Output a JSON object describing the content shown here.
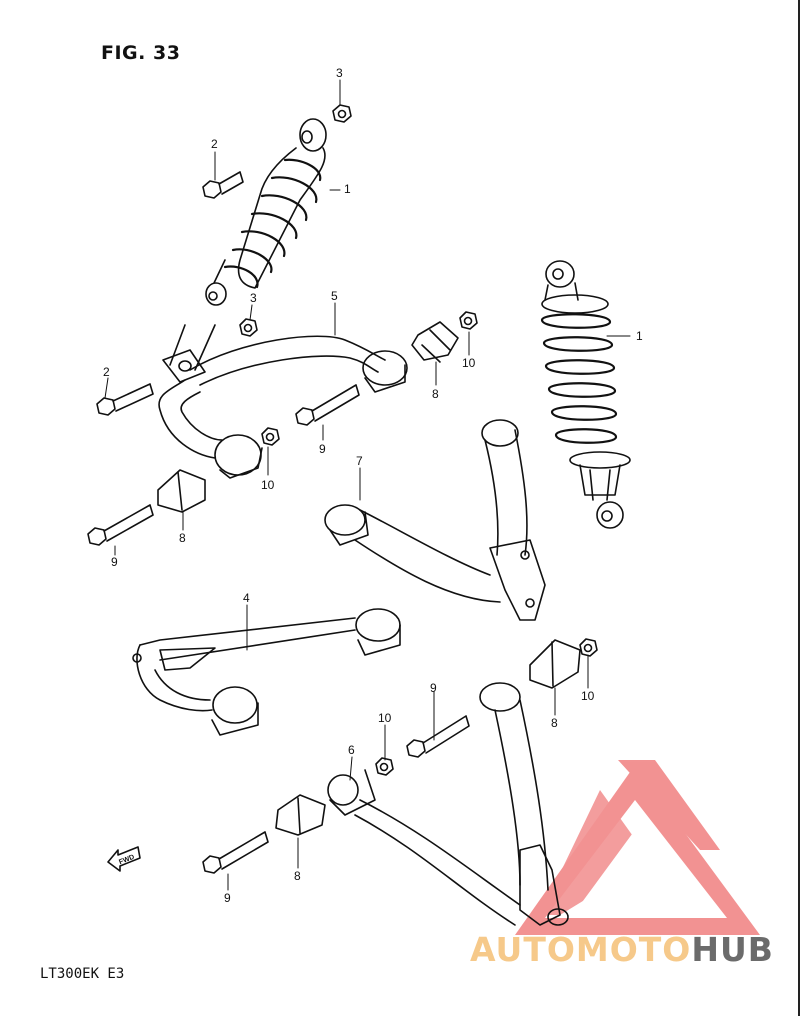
{
  "figure": {
    "title": "FIG. 33",
    "model_code": "LT300EK  E3"
  },
  "fwd_label": "FWD",
  "callouts": [
    {
      "id": "c1a",
      "text": "1"
    },
    {
      "id": "c1b",
      "text": "1"
    },
    {
      "id": "c2a",
      "text": "2"
    },
    {
      "id": "c2b",
      "text": "2"
    },
    {
      "id": "c3a",
      "text": "3"
    },
    {
      "id": "c3b",
      "text": "3"
    },
    {
      "id": "c4",
      "text": "4"
    },
    {
      "id": "c5",
      "text": "5"
    },
    {
      "id": "c6",
      "text": "6"
    },
    {
      "id": "c7",
      "text": "7"
    },
    {
      "id": "c8a",
      "text": "8"
    },
    {
      "id": "c8b",
      "text": "8"
    },
    {
      "id": "c8c",
      "text": "8"
    },
    {
      "id": "c8d",
      "text": "8"
    },
    {
      "id": "c9a",
      "text": "9"
    },
    {
      "id": "c9b",
      "text": "9"
    },
    {
      "id": "c9c",
      "text": "9"
    },
    {
      "id": "c9d",
      "text": "9"
    },
    {
      "id": "c10a",
      "text": "10"
    },
    {
      "id": "c10b",
      "text": "10"
    },
    {
      "id": "c10c",
      "text": "10"
    },
    {
      "id": "c10d",
      "text": "10"
    }
  ],
  "watermark": {
    "part1": "AUTOMOTO",
    "part2": "HUB",
    "logo_color": "#f08080",
    "text_color_1": "#f6c98a",
    "text_color_2": "#6b6b6b"
  },
  "icons": [
    "shock-absorber-icon",
    "bolt-icon",
    "nut-icon",
    "bushing-icon",
    "suspension-arm-icon",
    "fwd-arrow-icon",
    "logo-icon"
  ]
}
